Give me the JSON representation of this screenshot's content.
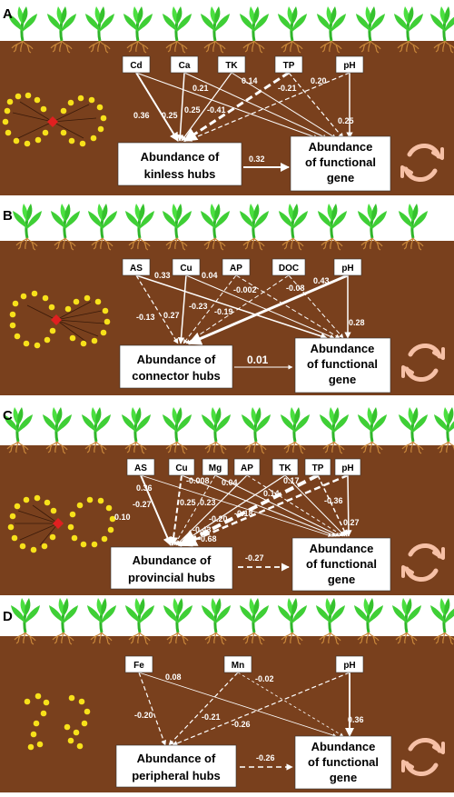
{
  "colors": {
    "soil": "#79401d",
    "soil_edge": "#5a2c12",
    "plant": "#3fcf36",
    "root": "#c8863a",
    "edge": "#ffffff",
    "node": "#f7e11a",
    "hub": "#e02020",
    "arrow_glyph": "#f6c0a6"
  },
  "panels": [
    {
      "label": "A",
      "factors": [
        "Cd",
        "Ca",
        "TK",
        "TP",
        "pH"
      ],
      "hub_box": [
        "Abundance of",
        "kinless hubs"
      ],
      "gene_box": [
        "Abundance",
        "of functional",
        "gene"
      ],
      "main_value": "0.32",
      "edge_values": [
        "0.36",
        "0.25",
        "0.21",
        "0.25",
        "0.14",
        "-0.41",
        "-0.21",
        "0.20",
        "0.25"
      ]
    },
    {
      "label": "B",
      "factors": [
        "AS",
        "Cu",
        "AP",
        "DOC",
        "pH"
      ],
      "hub_box": [
        "Abundance of",
        "connector hubs"
      ],
      "gene_box": [
        "Abundance",
        "of functional",
        "gene"
      ],
      "main_value": "0.01",
      "edge_values": [
        "0.33",
        "0.04",
        "-0.002",
        "-0.08",
        "0.43",
        "-0.13",
        "0.27",
        "-0.23",
        "-0.19",
        "0.28"
      ]
    },
    {
      "label": "C",
      "factors": [
        "AS",
        "Cu",
        "Mg",
        "AP",
        "TK",
        "TP",
        "pH"
      ],
      "hub_box": [
        "Abundance of",
        "provincial hubs"
      ],
      "gene_box": [
        "Abundance",
        "of functional",
        "gene"
      ],
      "main_value": "-0.27",
      "edge_values": [
        "0.36",
        "-0.008",
        "0.04",
        "0.17",
        "-0.27",
        "0.25",
        "0.23",
        "0.14",
        "-0.36",
        "0.10",
        "-0.20",
        "-0.18",
        "-0.43",
        "-0.68",
        "0.27"
      ]
    },
    {
      "label": "D",
      "factors": [
        "Fe",
        "Mn",
        "pH"
      ],
      "hub_box": [
        "Abundance of",
        "peripheral hubs"
      ],
      "gene_box": [
        "Abundance",
        "of functional",
        "gene"
      ],
      "main_value": "-0.26",
      "edge_values": [
        "0.08",
        "-0.02",
        "-0.20",
        "-0.21",
        "-0.26",
        "0.36"
      ]
    }
  ]
}
